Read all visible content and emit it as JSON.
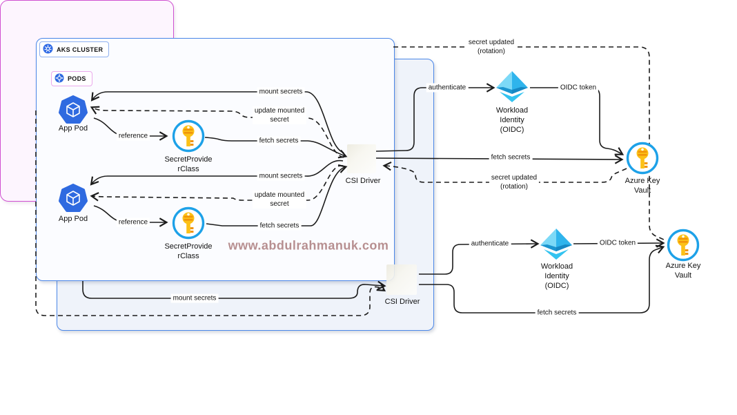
{
  "badges": {
    "aks_cluster": "AKS CLUSTER",
    "pods": "PODS"
  },
  "nodes": {
    "app_pod": "App Pod",
    "secret_provider_line1": "SecretProvide",
    "secret_provider_line2": "rClass",
    "csi_driver": "CSI Driver",
    "workload_identity_line1": "Workload",
    "workload_identity_line2": "Identity",
    "workload_identity_line3": "(OIDC)",
    "key_vault_line1": "Azure Key",
    "key_vault_line2": "Vault"
  },
  "edges": {
    "mount_secrets": "mount secrets",
    "update_mounted_line1": "update mounted",
    "update_mounted_line2": "secret",
    "fetch_secrets": "fetch secrets",
    "reference": "reference",
    "authenticate": "authenticate",
    "oidc_token": "OIDC token",
    "secret_updated_line1": "secret updated",
    "secret_updated_line2": "(rotation)"
  },
  "watermark": "www.abdulrahmanuk.com",
  "colors": {
    "box_border": "#4a86e8",
    "box1_fill": "#fbfcff",
    "box2_fill": "#eff3fa",
    "pods_border": "#cf4fd1",
    "pods_fill": "#fdf5fe",
    "line": "#1b1b1b",
    "kube_blue": "#326ce5",
    "key_yellow": "#fcc117",
    "key_orange": "#f0940a",
    "circle_blue": "#1da1e8",
    "pyramid_light": "#7cd9f7",
    "pyramid_mid": "#2fb4ec",
    "pyramid_dark": "#1b95d0",
    "watermark": "#b78f90"
  }
}
